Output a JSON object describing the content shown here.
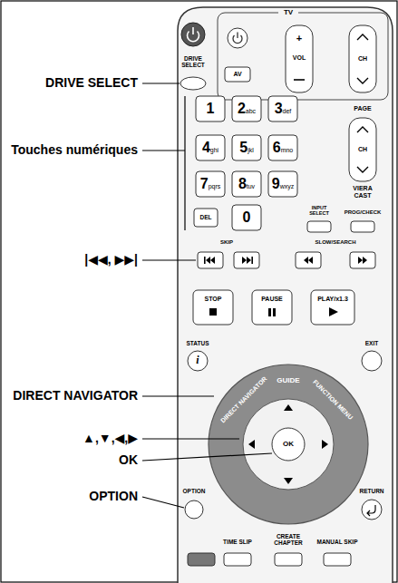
{
  "diagram": {
    "labels": [
      "DRIVE SELECT",
      "Touches numériques",
      "|◀◀, ▶▶|",
      "DIRECT NAVIGATOR",
      "▲,▼,◀,▶",
      "OK",
      "OPTION",
      "TV",
      "DRIVE SELECT",
      "AV",
      "+",
      "VOL",
      "CH",
      "PAGE",
      "CH",
      "1",
      "2abc",
      "3def",
      "4ghi",
      "5jkl",
      "6mno",
      "7pqrs",
      "8tuv",
      "9wxyz",
      "0",
      "VIERA CAST",
      "DEL",
      "INPUT SELECT",
      "PROG/CHECK",
      "SKIP",
      "SLOW/SEARCH",
      "STOP",
      "PAUSE",
      "PLAY/x1.3",
      "STATUS",
      "i",
      "EXIT",
      "GUIDE",
      "DIRECT NAVIGATOR",
      "FUNCTION MENU",
      "OK",
      "OPTION",
      "RETURN",
      "TIME SLIP",
      "CREATE CHAPTER",
      "MANUAL SKIP"
    ]
  }
}
